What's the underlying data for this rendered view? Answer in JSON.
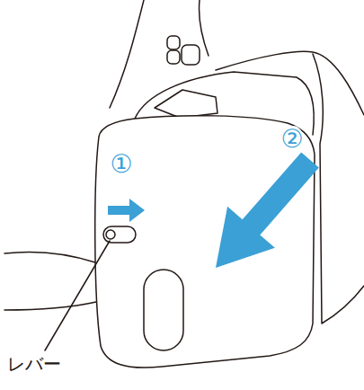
{
  "diagram": {
    "labels": [
      "①",
      "②",
      "レバー"
    ]
  }
}
